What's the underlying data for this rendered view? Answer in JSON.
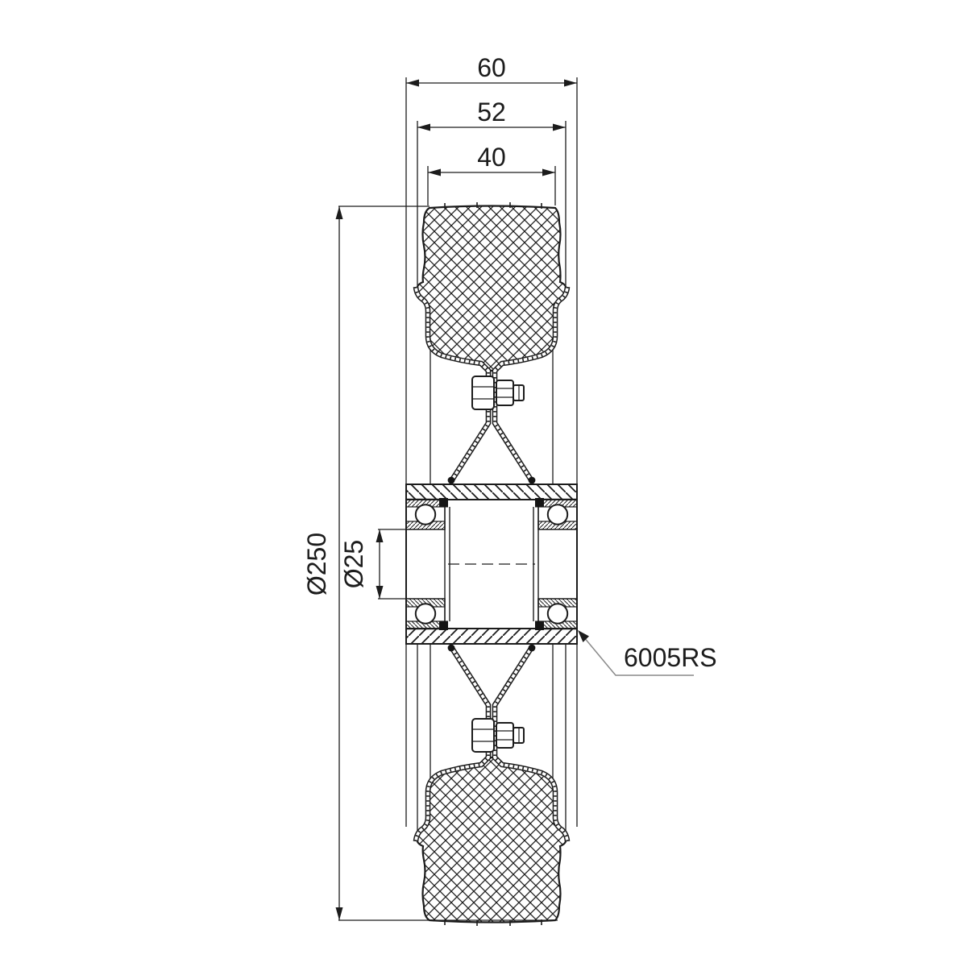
{
  "drawing": {
    "type": "wheel-cross-section-technical-drawing",
    "colors": {
      "background": "#ffffff",
      "line": "#1c1c1c",
      "leader_gray": "#8a8a8a"
    },
    "dimensions": {
      "hub_width": {
        "label": "60"
      },
      "tire_width": {
        "label": "52"
      },
      "tread_width": {
        "label": "40"
      },
      "outer_diameter": {
        "label": "Ø250"
      },
      "bore_diameter": {
        "label": "Ø25"
      }
    },
    "callout": {
      "bearing": {
        "label": "6005RS"
      }
    }
  }
}
